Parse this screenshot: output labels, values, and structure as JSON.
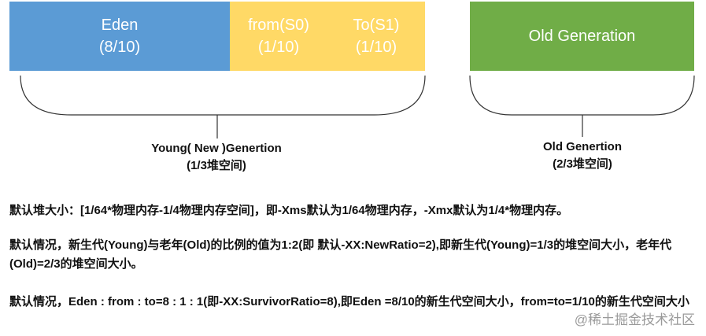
{
  "blocks": {
    "eden": {
      "name": "Eden",
      "ratio": "(8/10)"
    },
    "from": {
      "name": "from(S0)",
      "ratio": "(1/10)"
    },
    "to": {
      "name": "To(S1)",
      "ratio": "(1/10)"
    },
    "old": {
      "name": "Old Generation"
    }
  },
  "captions": {
    "young": {
      "line1": "Young( New )Genertion",
      "line2": "(1/3堆空间)"
    },
    "old": {
      "line1": "Old  Genertion",
      "line2": "(2/3堆空间)"
    }
  },
  "paragraphs": [
    "默认堆大小：[1/64*物理内存-1/4物理内存空间]，即-Xms默认为1/64物理内存，-Xmx默认为1/4*物理内存。",
    "默认情况，新生代(Young)与老年(Old)的比例的值为1:2(即 默认-XX:NewRatio=2),即新生代(Young)=1/3的堆空间大小，老年代(Old)=2/3的堆空间大小。",
    "默认情况，Eden : from : to=8 : 1 : 1(即-XX:SurvivorRatio=8),即Eden =8/10的新生代空间大小，from=to=1/10的新生代空间大小"
  ],
  "watermark": "@稀土掘金技术社区",
  "colors": {
    "eden": "#5b9bd5",
    "survivor": "#ffd966",
    "old": "#70ad47"
  }
}
